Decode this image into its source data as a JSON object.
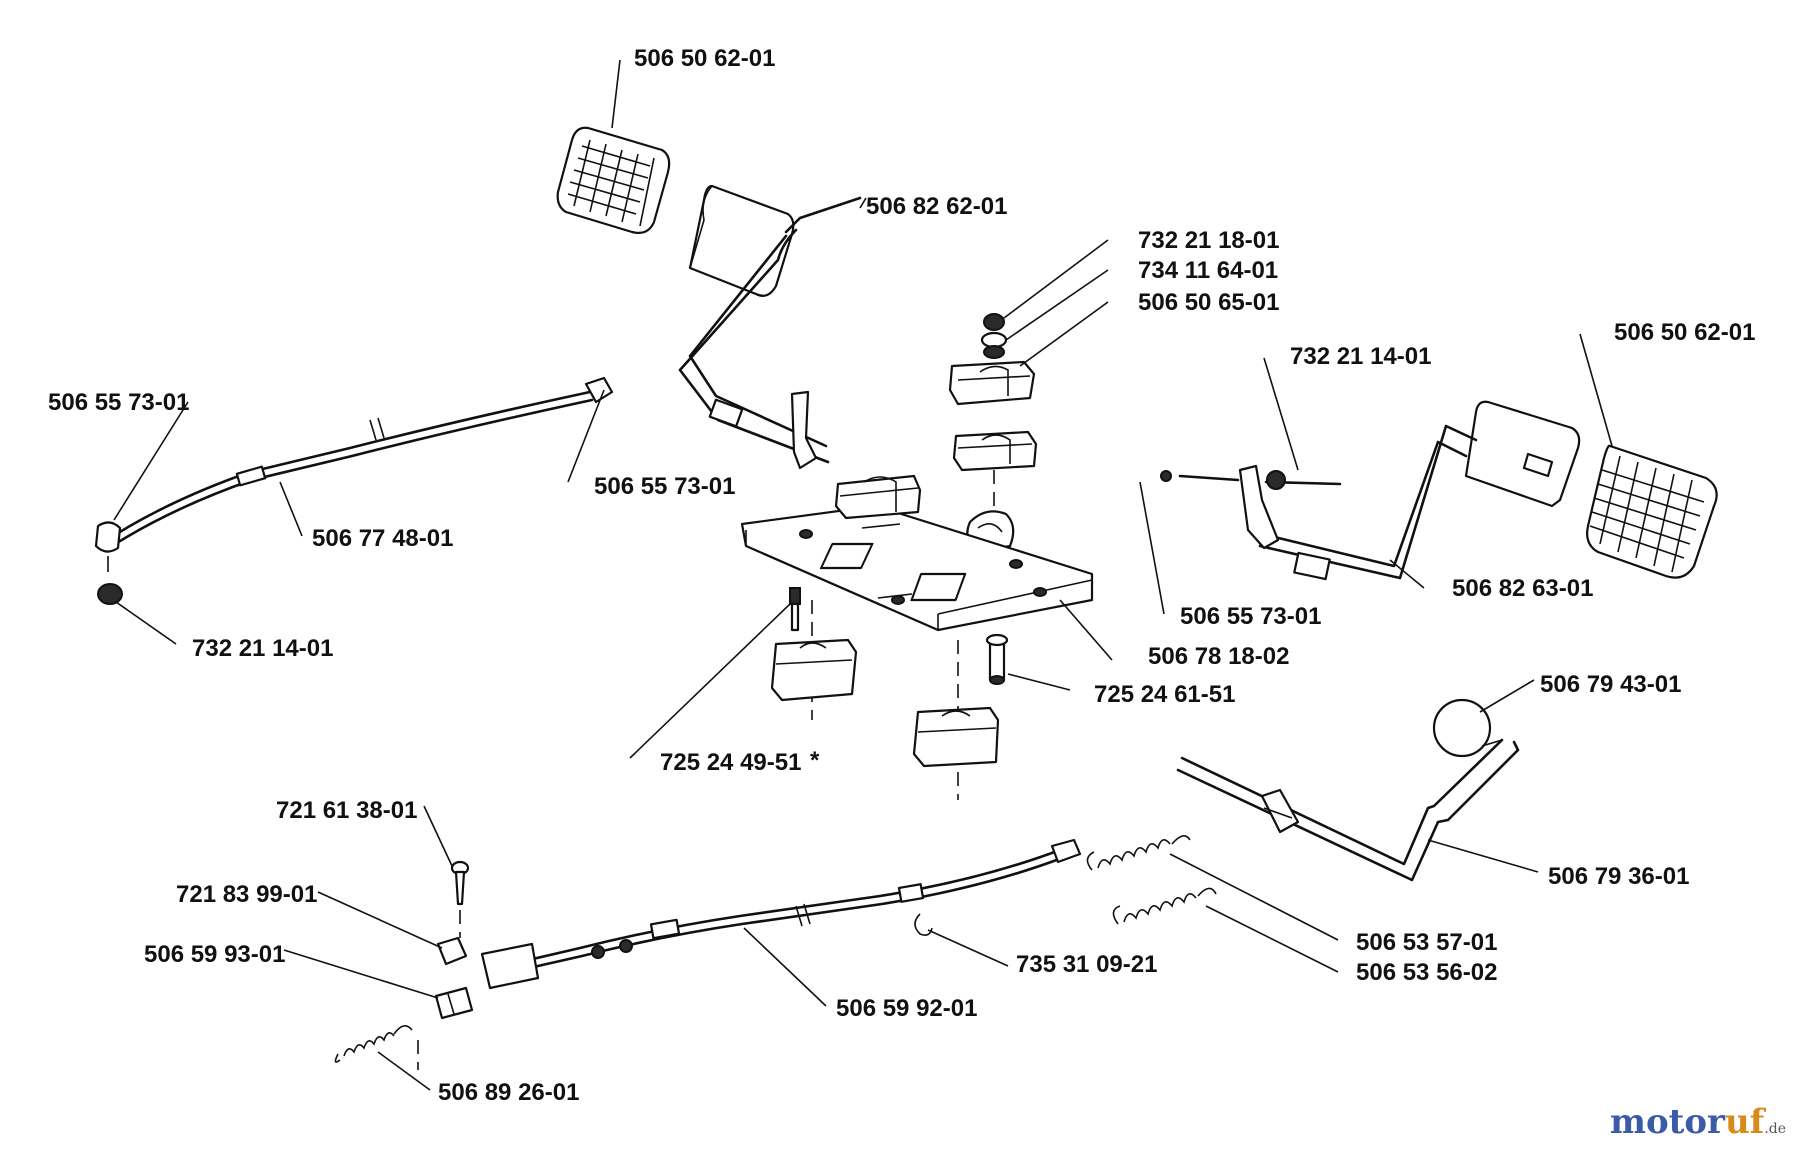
{
  "diagram": {
    "labels": {
      "pedal_pad_left": "506 50 62-01",
      "pedal_arm_left": "506 82 62-01",
      "nut_top": "732 21 18-01",
      "washer_top": "734 11 64-01",
      "bushing_top": "506 50 65-01",
      "nut_right": "732 21 14-01",
      "pedal_pad_right": "506 50 62-01",
      "cable_end_left": "506 55 73-01",
      "cable_end_right": "506 55 73-01",
      "cable_upper": "506 77 48-01",
      "nut_left": "732 21 14-01",
      "pin_right": "506 55 73-01",
      "pedal_arm_right": "506 82 63-01",
      "plate": "506 78 18-02",
      "bolt_center": "725 24 61-51",
      "bolt_left": "725 24 49-51",
      "bolt_left_mark": "*",
      "knob": "506 79 43-01",
      "screw": "721 61 38-01",
      "clamp": "721 83 99-01",
      "rod": "506 79 36-01",
      "bushing_small": "506 59 93-01",
      "spring_a": "506 53 57-01",
      "spring_b": "506 53 56-02",
      "clip": "735 31 09-21",
      "cable_lower": "506 59 92-01",
      "spring_small": "506 89 26-01"
    }
  },
  "logo": {
    "part1": "motor",
    "part2": "uf",
    "part3": ".de"
  }
}
